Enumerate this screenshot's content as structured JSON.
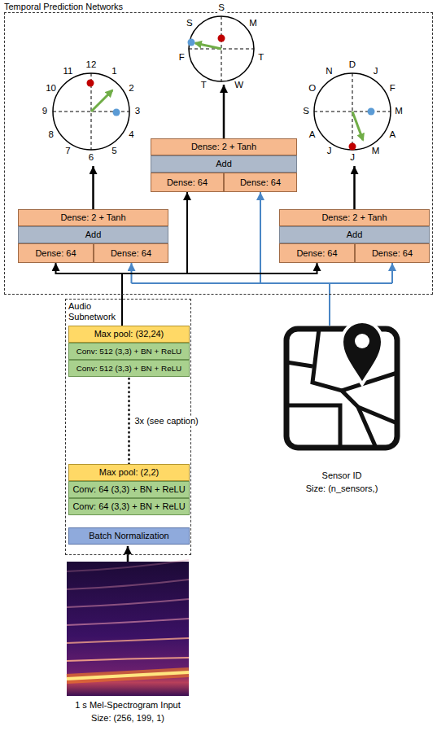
{
  "diagram": {
    "nodes": [
      {
        "text": [
          "Temporal Prediction Networks"
        ]
      },
      {
        "text": [
          "Dense: 2 + Tanh"
        ],
        "in": 0
      },
      {
        "text": [
          "Add"
        ],
        "in": 0
      },
      {
        "text": [
          "Dense: 64"
        ],
        "in": 0
      },
      {
        "text": [
          "Dense: 64"
        ],
        "in": 0
      },
      {
        "text": [
          "Dense: 2 + Tanh"
        ],
        "in": 0
      },
      {
        "text": [
          "Add"
        ],
        "in": 0
      },
      {
        "text": [
          "Dense: 64"
        ],
        "in": 0
      },
      {
        "text": [
          "Dense: 64"
        ],
        "in": 0
      },
      {
        "text": [
          "Dense: 2 + Tanh"
        ],
        "in": 0
      },
      {
        "text": [
          "Add"
        ],
        "in": 0
      },
      {
        "text": [
          "Dense: 64"
        ],
        "in": 0
      },
      {
        "text": [
          "Dense: 64"
        ],
        "in": 0
      },
      {
        "text": [
          "Audio Subnetwork"
        ]
      },
      {
        "text": [
          "Max pool: (32,24)"
        ],
        "in": 13
      },
      {
        "text": [
          "Conv: 512 (3,3) + BN + ReLU"
        ],
        "in": 13
      },
      {
        "text": [
          "Conv: 512 (3,3) + BN + ReLU"
        ],
        "in": 13
      },
      {
        "text": [
          "Max pool: (2,2)"
        ],
        "in": 13
      },
      {
        "text": [
          "Conv: 64 (3,3) + BN + ReLU"
        ],
        "in": 13
      },
      {
        "text": [
          "Conv: 64 (3,3) + BN + ReLU"
        ],
        "in": 13
      },
      {
        "text": [
          "Batch Normalization"
        ],
        "in": 13
      }
    ],
    "edges": [
      {
        "from": 14,
        "to": 7,
        "arrow": "to"
      },
      {
        "from": 14,
        "to": 3,
        "arrow": "to"
      },
      {
        "from": 14,
        "to": 11,
        "arrow": "to"
      },
      {
        "from": 17,
        "to": 16,
        "label": "3x (see caption)",
        "arrow": "none"
      }
    ],
    "labels": [
      "12",
      "1",
      "2",
      "3",
      "4",
      "5",
      "6",
      "7",
      "8",
      "9",
      "10",
      "11",
      "S",
      "M",
      "T",
      "W",
      "T",
      "F",
      "S",
      "D",
      "J",
      "F",
      "M",
      "A",
      "M",
      "J",
      "J",
      "A",
      "S",
      "O",
      "N",
      "Sensor ID",
      "Size: (n_sensors,)",
      "1 s Mel-Spectrogram Input",
      "Size: (256, 199, 1)"
    ]
  }
}
